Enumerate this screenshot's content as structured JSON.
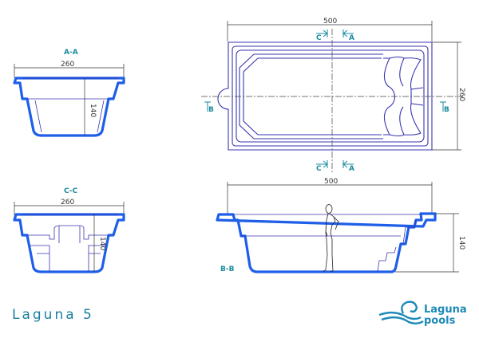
{
  "title": "Laguna 5",
  "logo": {
    "line1": "Laguna",
    "line2": "pools",
    "color": "#1e8ab8"
  },
  "accent_color": "#1e5ee8",
  "sections": {
    "aa": {
      "label": "A-A",
      "width": "260",
      "depth": "140"
    },
    "cc": {
      "label": "C-C",
      "width": "260",
      "depth": "140"
    },
    "bb": {
      "label": "B-B",
      "length": "500",
      "depth": "140"
    }
  },
  "plan": {
    "length": "500",
    "width": "260",
    "markers": {
      "a": "A",
      "b": "B",
      "c": "C"
    }
  }
}
